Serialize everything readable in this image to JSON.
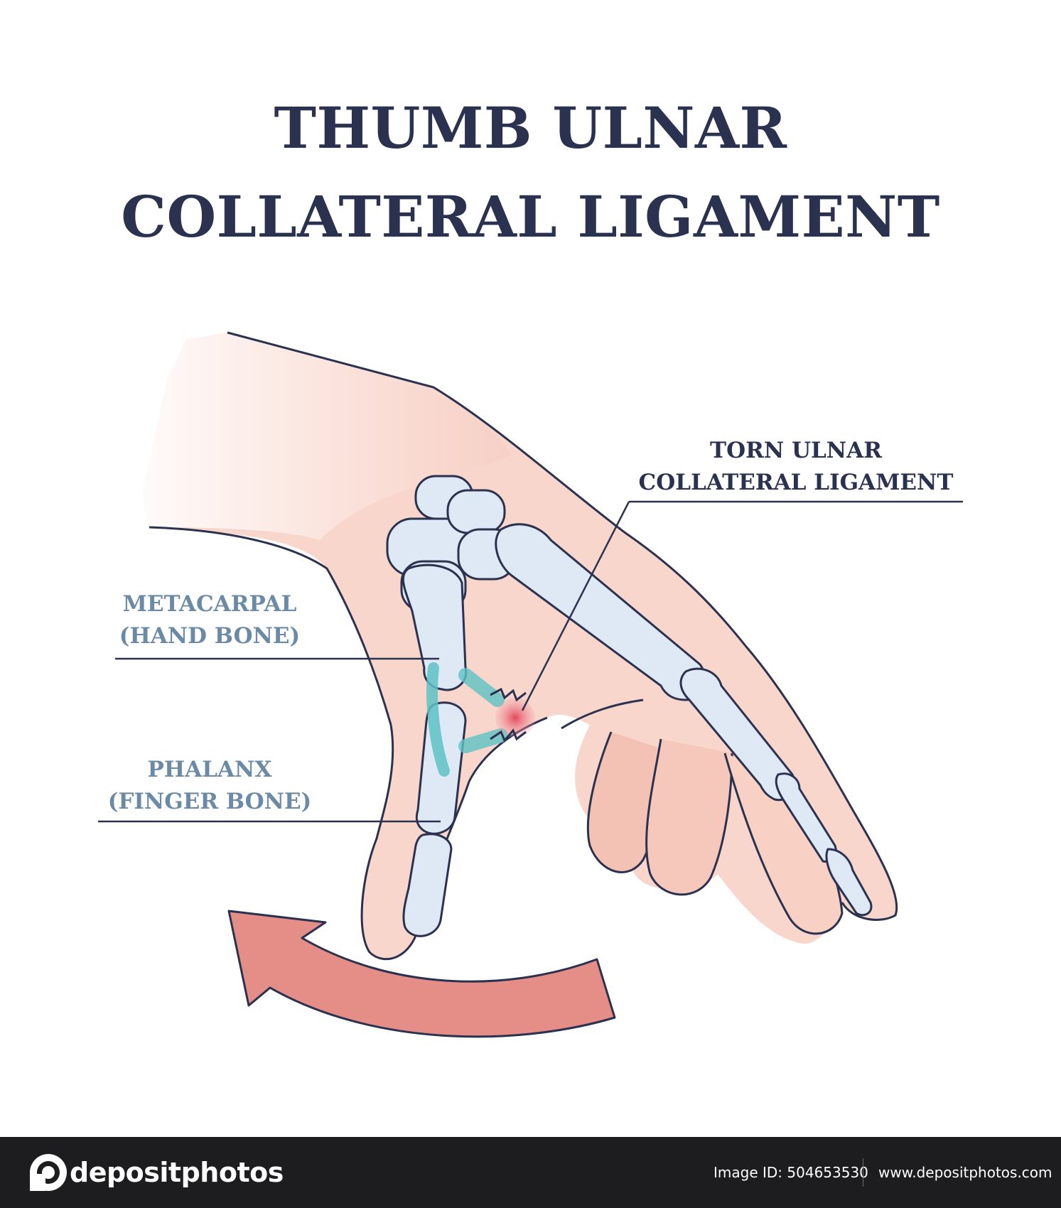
{
  "title": {
    "line1": "THUMB ULNAR",
    "line2": "COLLATERAL LIGAMENT"
  },
  "labels": {
    "torn": {
      "line1": "TORN ULNAR",
      "line2": "COLLATERAL LIGAMENT"
    },
    "metacarpal": {
      "line1": "METACARPAL",
      "line2": "(HAND BONE)"
    },
    "phalanx": {
      "line1": "PHALANX",
      "line2": "(FINGER BONE)"
    }
  },
  "footer": {
    "brand": "depositphotos",
    "image_id": "Image ID: 504653530",
    "url": "www.depositphotos.com"
  },
  "colors": {
    "title": "#2b3250",
    "label_dark": "#2b3250",
    "label_blue": "#6b8aa6",
    "skin": "#f8d6cc",
    "bone": "#dfe9f6",
    "ligament": "#5ec2c4",
    "tear": "#e3485b",
    "arrow": "#e58e87",
    "footer_bg": "#1d1d1f"
  },
  "icons": [
    "camera-logo-icon",
    "rotation-arrow-icon"
  ]
}
